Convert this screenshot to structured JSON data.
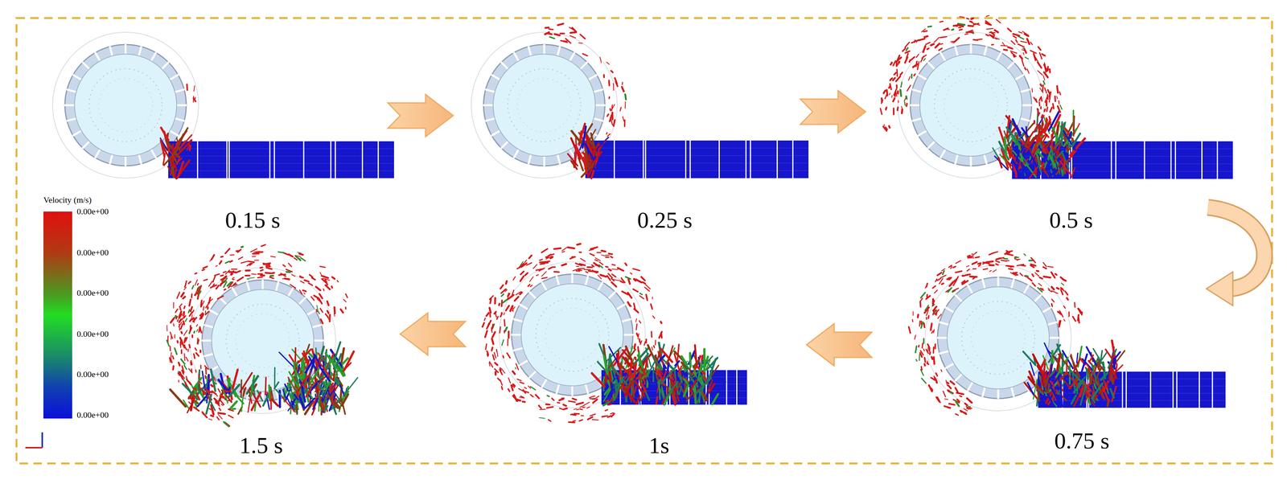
{
  "diagram": {
    "labels": [
      "0.15 s",
      "0.25 s",
      "0.5 s",
      "Velocity (m/s)",
      "0.00e+00",
      "0.00e+00",
      "0.00e+00",
      "0.00e+00",
      "0.00e+00",
      "0.00e+00",
      "0.75 s",
      "1s",
      "1.5 s"
    ]
  }
}
